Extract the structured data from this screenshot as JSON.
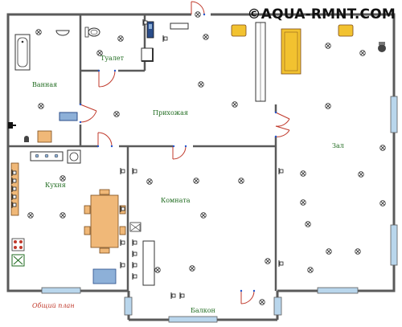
{
  "watermark": "©AQUA-RMNT.COM",
  "caption": "Общий план",
  "rooms": {
    "bathroom": "Ванная",
    "toilet": "Туалет",
    "hallway": "Прихожая",
    "kitchen": "Кухня",
    "room": "Комната",
    "hall": "Зал",
    "balcony": "Балкон"
  },
  "colors": {
    "wall": "#5a5a5a",
    "room_label": "#1f6b1f",
    "caption": "#c0392b",
    "furniture_wood": "#f0b878",
    "furniture_blue": "#8db0d8",
    "sofa_yellow": "#f2c230",
    "window": "#b9d6ec"
  }
}
